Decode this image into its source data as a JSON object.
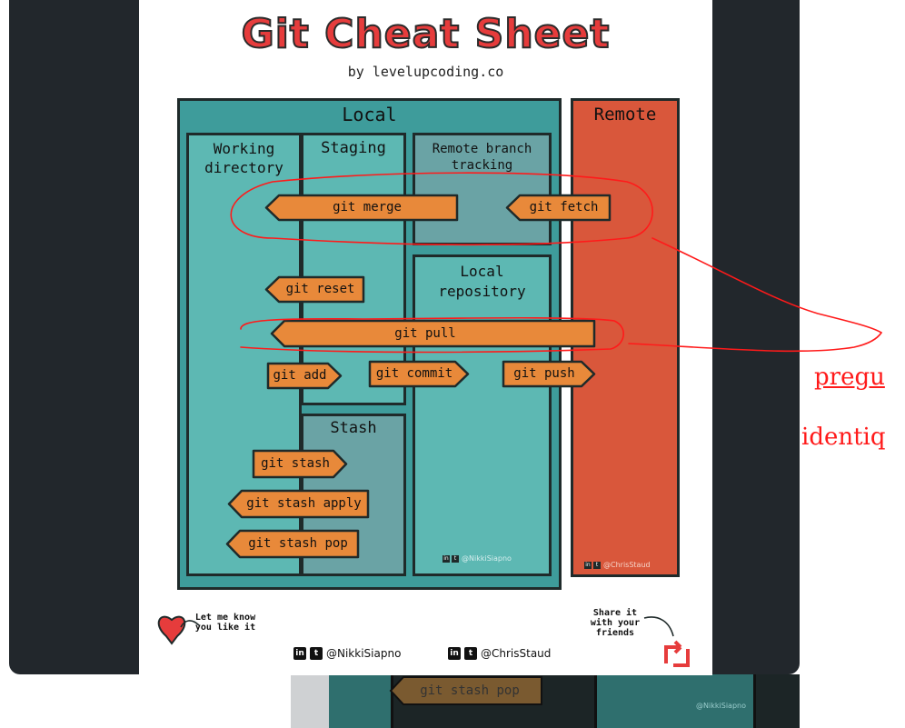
{
  "poster": {
    "title": "Git Cheat Sheet",
    "byline": "by levelupcoding.co",
    "sections": {
      "local": "Local",
      "remote": "Remote",
      "working_directory": "Working directory",
      "staging": "Staging",
      "remote_branch_tracking": "Remote branch tracking",
      "local_repository": "Local repository",
      "stash": "Stash"
    },
    "commands": {
      "git_merge": "git merge",
      "git_fetch": "git fetch",
      "git_reset": "git reset",
      "git_pull": "git pull",
      "git_add": "git add",
      "git_commit": "git commit",
      "git_push": "git push",
      "git_stash": "git stash",
      "git_stash_apply": "git stash apply",
      "git_stash_pop": "git stash pop"
    },
    "credits": {
      "local_credit": "@NikkiSiapno",
      "remote_credit": "@ChrisStaud"
    },
    "footer": {
      "like_text": "Let me know you like it",
      "share_text": "Share it with your friends",
      "social_1": "@NikkiSiapno",
      "social_2": "@ChrisStaud"
    }
  },
  "background_card": {
    "command": "git stash pop",
    "credit": "@NikkiSiapno"
  },
  "handwritten": {
    "line1": "pregu",
    "line2": "identiq"
  },
  "colors": {
    "title_red": "#e63c3c",
    "local_teal": "#3e9c9b",
    "column_teal": "#5db8b3",
    "remote_orange": "#d9573b",
    "command_orange": "#e8893a",
    "annotation_red": "#ff1a1a",
    "viewer_dark": "#22272c"
  },
  "icons": [
    "linkedin-icon",
    "twitter-icon",
    "heart-icon",
    "share-icon"
  ]
}
